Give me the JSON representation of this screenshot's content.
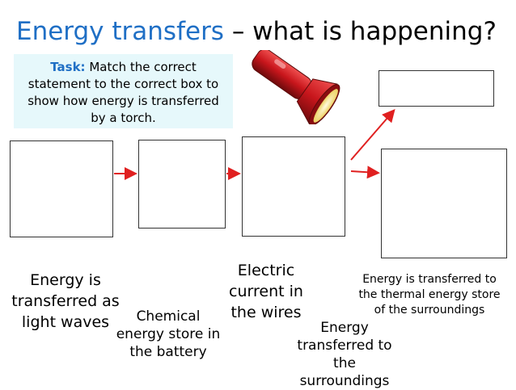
{
  "title": {
    "highlight": "Energy transfers",
    "rest": " – what is happening?"
  },
  "task": {
    "label": "Task:",
    "text": " Match the correct statement to the correct box to show how energy is transferred by a torch."
  },
  "statements": [
    "Energy is transferred as light waves",
    "Chemical energy store in the battery",
    "Electric current in the wires",
    "Energy transferred to the surroundings",
    "Energy is transferred to the thermal energy store of the surroundings"
  ],
  "colors": {
    "title_highlight": "#1f6fc5",
    "task_bg": "#e6f8fb",
    "arrow": "#e02020",
    "torch_body": "#c8161c"
  },
  "image": {
    "icon": "torch-icon"
  }
}
